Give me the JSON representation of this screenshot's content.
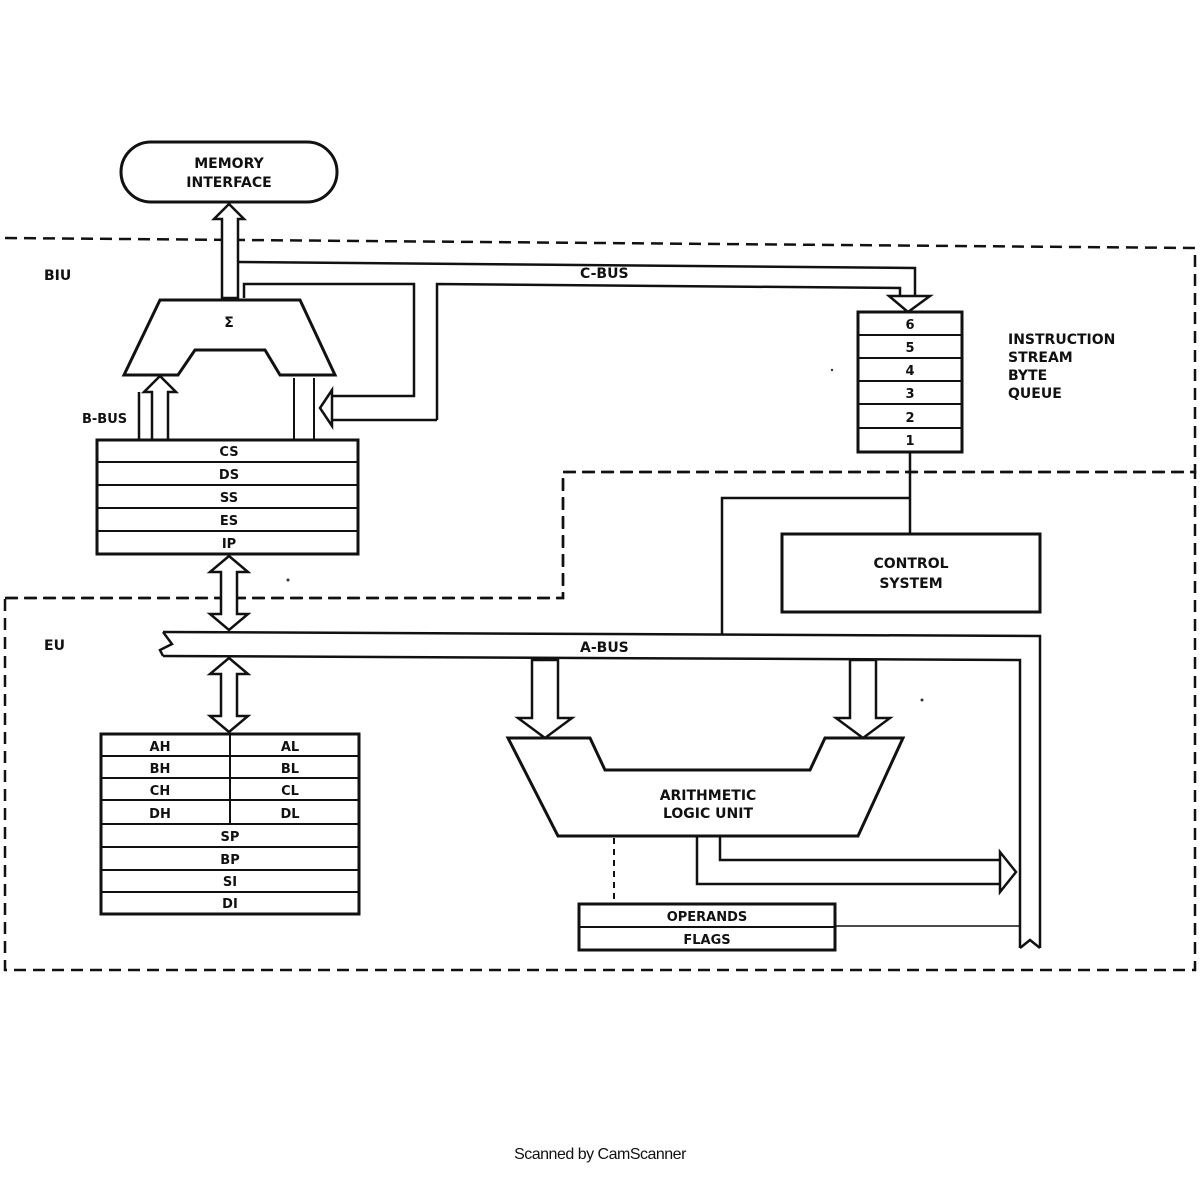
{
  "diagram": {
    "memory_interface": [
      "MEMORY",
      "INTERFACE"
    ],
    "biu_label": "BIU",
    "eu_label": "EU",
    "c_bus_label": "C-BUS",
    "b_bus_label": "B-BUS",
    "a_bus_label": "A-BUS",
    "adder_label": "Σ",
    "segment_registers": [
      "CS",
      "DS",
      "SS",
      "ES",
      "IP"
    ],
    "queue_bytes": [
      "6",
      "5",
      "4",
      "3",
      "2",
      "1"
    ],
    "queue_label": [
      "INSTRUCTION",
      "STREAM",
      "BYTE",
      "QUEUE"
    ],
    "control_system": [
      "CONTROL",
      "SYSTEM"
    ],
    "general_registers": [
      {
        "high": "AH",
        "low": "AL"
      },
      {
        "high": "BH",
        "low": "BL"
      },
      {
        "high": "CH",
        "low": "CL"
      },
      {
        "high": "DH",
        "low": "DL"
      }
    ],
    "pointer_registers": [
      "SP",
      "BP",
      "SI",
      "DI"
    ],
    "alu_label": [
      "ARITHMETIC",
      "LOGIC UNIT"
    ],
    "operand_flags": [
      "OPERANDS",
      "FLAGS"
    ]
  },
  "footer": {
    "scanner_text": "Scanned by CamScanner"
  }
}
